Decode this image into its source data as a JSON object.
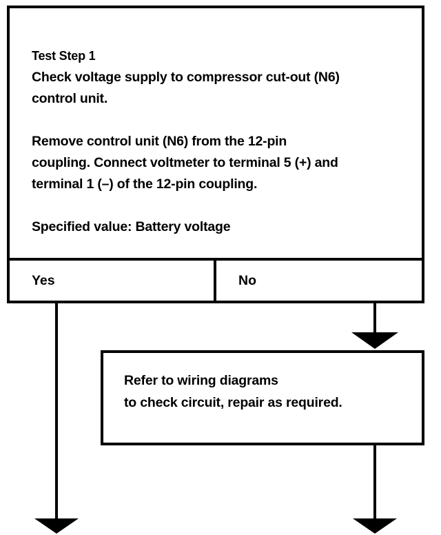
{
  "test_step": {
    "title": "Test Step 1",
    "lines": [
      "Check voltage supply to compressor cut-out (N6)",
      "control unit."
    ],
    "instruction_lines": [
      "Remove control unit (N6) from the 12-pin",
      "coupling. Connect voltmeter to terminal 5 (+) and",
      "terminal 1 (–) of the 12-pin coupling."
    ],
    "specified": "Specified value: Battery voltage"
  },
  "answers": {
    "yes": "Yes",
    "no": "No"
  },
  "no_action": {
    "lines": [
      "Refer to wiring diagrams",
      "to check  circuit, repair as required."
    ]
  }
}
